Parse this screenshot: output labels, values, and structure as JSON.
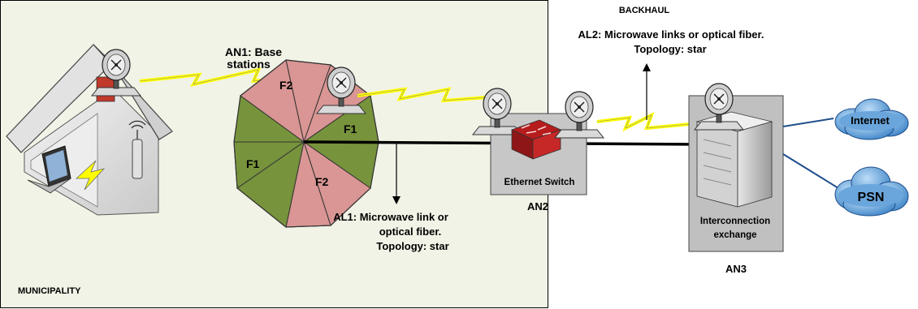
{
  "regions": {
    "municipality": "MUNICIPALITY",
    "backhaul": "BACKHAUL"
  },
  "labels": {
    "an1_line1": "AN1: Base",
    "an1_line2": "stations",
    "al1_line1": "AL1: Microwave link or",
    "al1_line2": "optical fiber.",
    "al1_line3": "Topology: star",
    "al2_line1": "AL2: Microwave links or optical fiber.",
    "al2_line2": "Topology: star",
    "an2": "AN2",
    "an3": "AN3",
    "switch": "Ethernet Switch",
    "exchange_line1": "Interconnection",
    "exchange_line2": "exchange",
    "internet": "Internet",
    "psn": "PSN"
  },
  "sectors": {
    "f1_a": "F1",
    "f1_b": "F1",
    "f2_a": "F2",
    "f2_b": "F2"
  },
  "colors": {
    "municipality_bg": "#f1f3e6",
    "sector_red": "#d99694",
    "sector_green": "#77933c",
    "lightning": "#ffff00",
    "cloud": "#7ab4e6",
    "exchange_bg": "#c0c0c0"
  }
}
